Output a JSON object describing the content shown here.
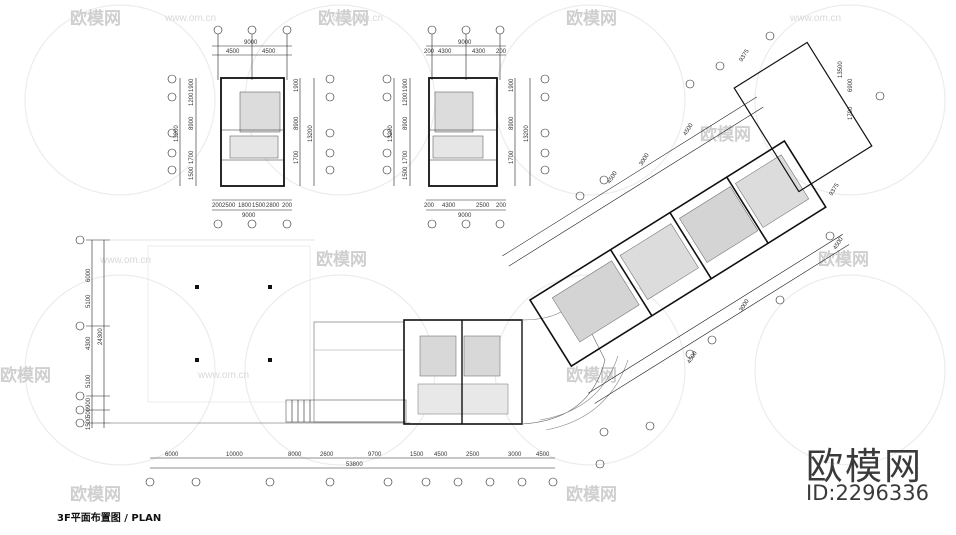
{
  "caption": "3F平面布置图 / PLAN",
  "watermark": {
    "brand": "欧模网",
    "id": "ID:2296336",
    "tile_text": "欧模网",
    "url_text": "www.om.cn"
  },
  "unit_plan_left": {
    "top_total": "9000",
    "top_parts": [
      "4500",
      "4500"
    ],
    "bottom_total": "9000",
    "bottom_parts": [
      "200",
      "2500",
      "1800",
      "1500",
      "2800",
      "200"
    ],
    "side_total": "13200",
    "side_parts": [
      "1900",
      "1200",
      "8900",
      "1700",
      "1500"
    ]
  },
  "unit_plan_right": {
    "top_total": "9000",
    "top_parts": [
      "200",
      "4300",
      "4300",
      "200"
    ],
    "bottom_total": "9000",
    "bottom_parts": [
      "200",
      "4300",
      "2500",
      "200"
    ],
    "side_total": "13200",
    "side_parts": [
      "1900",
      "1200",
      "8900",
      "1700",
      "1500"
    ]
  },
  "main_plan": {
    "bottom_total": "53800",
    "bottom_parts": [
      "6000",
      "10000",
      "8000",
      "2600",
      "9700",
      "1500",
      "4500",
      "2500",
      "3000",
      "4500"
    ],
    "left_total": "24300",
    "left_parts": [
      "6000",
      "5100",
      "4300",
      "5100",
      "900",
      "500",
      "1500"
    ],
    "wing_dims": [
      "9375",
      "13500",
      "6900",
      "1700",
      "4500",
      "3000",
      "4500",
      "9375",
      "4500",
      "3000",
      "4500"
    ]
  },
  "colors": {
    "line": "#222222",
    "wall": "#111111",
    "room_fill": "#d8d8d8",
    "watermark": "#cfcfcf"
  }
}
